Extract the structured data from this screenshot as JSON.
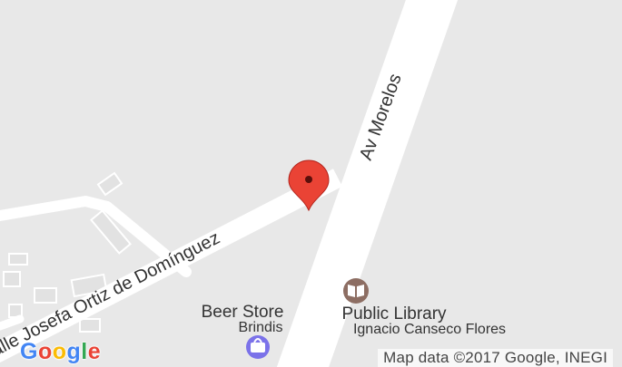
{
  "map": {
    "colors": {
      "land": "#e8e8e8",
      "road": "#ffffff",
      "building_fill": "#e2e2e2",
      "building_stroke": "#ffffff",
      "marker": "#ea4335",
      "poi_brown": "#8d6e63",
      "poi_purple": "#7b72e9",
      "label": "#333333"
    },
    "streets": {
      "av_morelos": "Av Morelos",
      "calle_josefa": "Calle Josefa Ortiz de Domínguez"
    },
    "pois": {
      "library_line1": "Public Library",
      "library_line2": "Ignacio Canseco Flores",
      "beer_line1": "Beer Store",
      "beer_line2": "Brindis"
    },
    "icons": {
      "marker": "map-marker-icon",
      "library": "book-icon",
      "store": "shopping-bag-icon"
    },
    "attribution": "Map data ©2017 Google, INEGI",
    "logo": {
      "letters": [
        "G",
        "o",
        "o",
        "g",
        "l",
        "e"
      ],
      "colors": [
        "#4285f4",
        "#ea4335",
        "#fbbc05",
        "#4285f4",
        "#34a853",
        "#ea4335"
      ]
    }
  }
}
